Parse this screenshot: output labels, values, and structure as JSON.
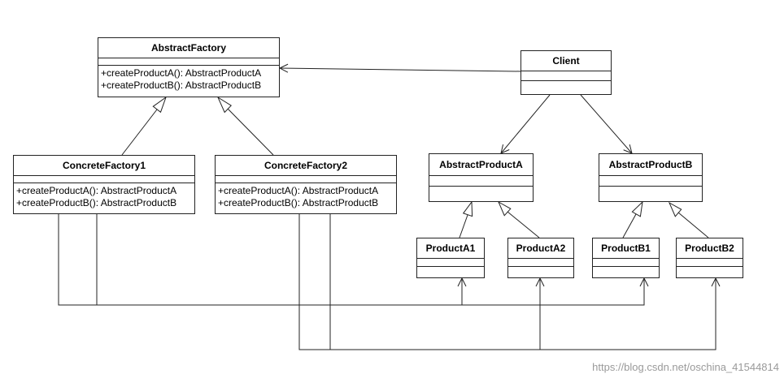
{
  "classes": {
    "abstract_factory": {
      "name": "AbstractFactory",
      "ops": [
        "+createProductA(): AbstractProductA",
        "+createProductB(): AbstractProductB"
      ]
    },
    "concrete_factory1": {
      "name": "ConcreteFactory1",
      "ops": [
        "+createProductA(): AbstractProductA",
        "+createProductB(): AbstractProductB"
      ]
    },
    "concrete_factory2": {
      "name": "ConcreteFactory2",
      "ops": [
        "+createProductA(): AbstractProductA",
        "+createProductB(): AbstractProductB"
      ]
    },
    "client": {
      "name": "Client"
    },
    "abstract_product_a": {
      "name": "AbstractProductA"
    },
    "abstract_product_b": {
      "name": "AbstractProductB"
    },
    "product_a1": {
      "name": "ProductA1"
    },
    "product_a2": {
      "name": "ProductA2"
    },
    "product_b1": {
      "name": "ProductB1"
    },
    "product_b2": {
      "name": "ProductB2"
    }
  },
  "watermark": "https://blog.csdn.net/oschina_41544814",
  "colors": {
    "line": "#222222",
    "watermark": "#9a9a9a"
  }
}
